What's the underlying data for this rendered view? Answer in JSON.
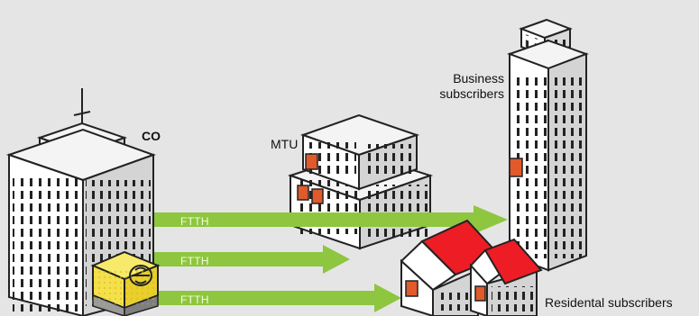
{
  "labels": {
    "co": "CO",
    "mtu": "MTU",
    "business_line1": "Business",
    "business_line2": "subscribers",
    "residential": "Residental subscribers"
  },
  "links": [
    {
      "label": "FTTH",
      "target": "business tower"
    },
    {
      "label": "FTTH",
      "target": "MTU"
    },
    {
      "label": "FTTH",
      "target": "residential houses"
    }
  ],
  "colors": {
    "background": "#e5e5e5",
    "arrow": "#8ec63f",
    "roof": "#ee1c24",
    "unit": "#e05a2b",
    "olt_box": "#f4e04d"
  }
}
